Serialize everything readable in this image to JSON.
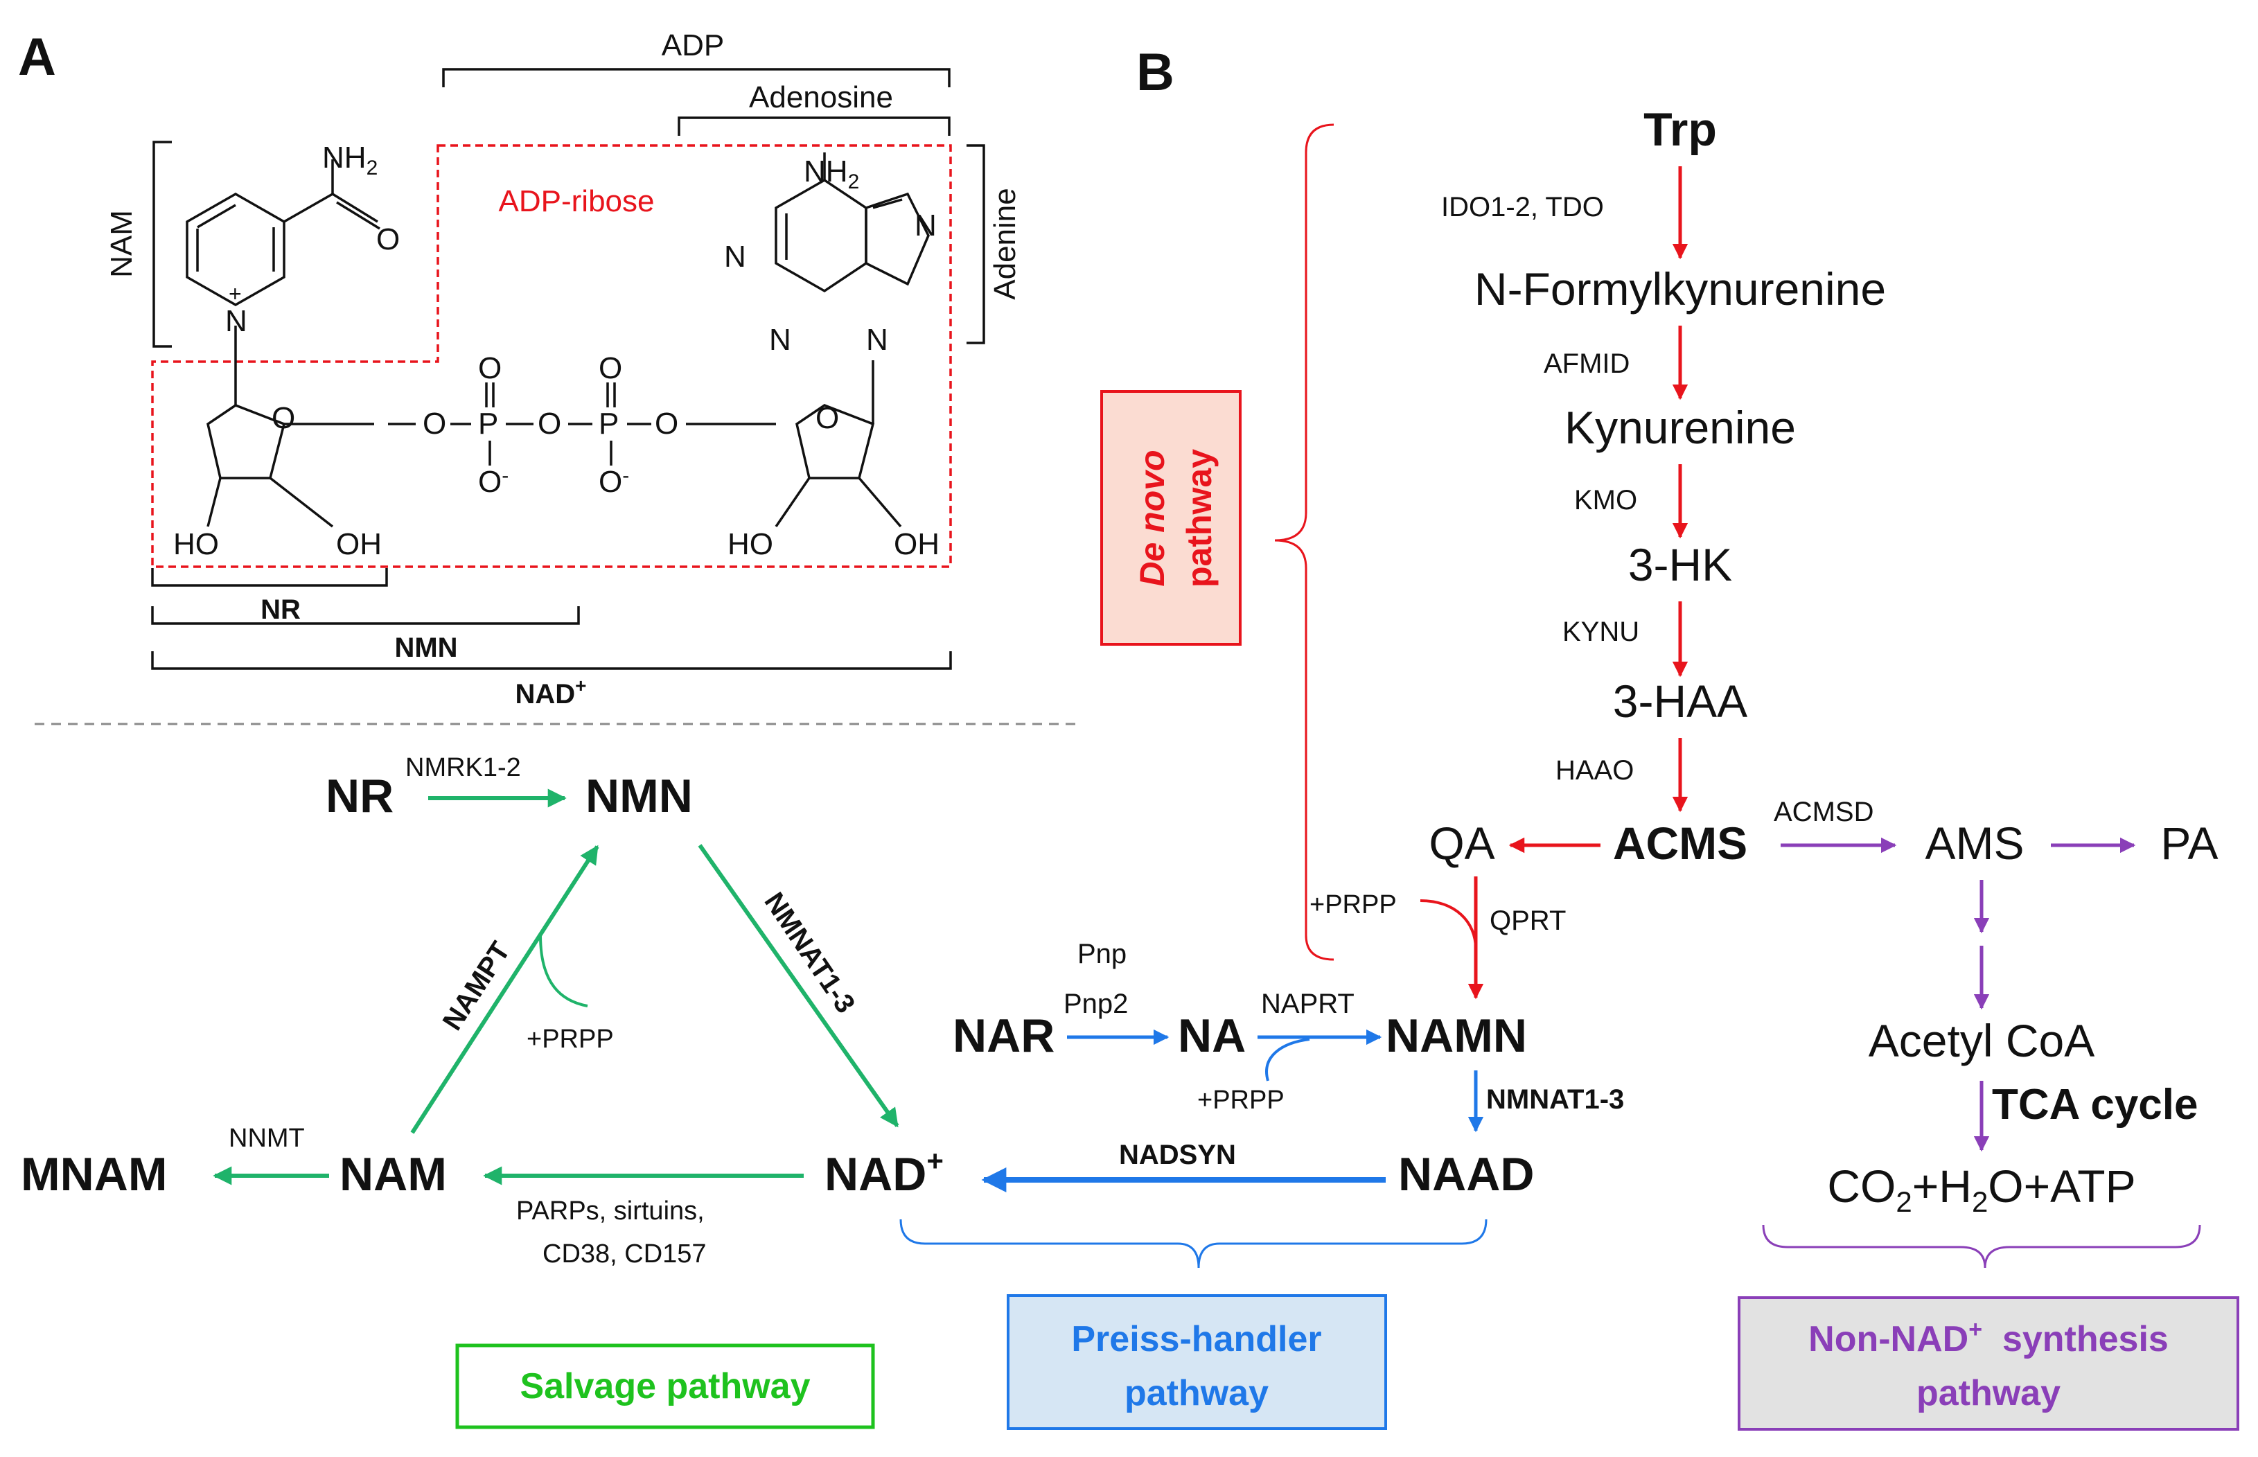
{
  "panels": {
    "a_label": "A",
    "b_label": "B"
  },
  "structure": {
    "brackets": {
      "adp": "ADP",
      "adenosine": "Adenosine",
      "adenine": "Adenine",
      "nam": "NAM",
      "nr": "NR",
      "nmn": "NMN",
      "nad_base": "NAD",
      "nad_sup": "+"
    },
    "adp_ribose": "ADP-ribose",
    "atoms": {
      "nh2_left": "NH",
      "nh2_right": "NH",
      "sub2": "2",
      "o_amide": "O",
      "n_plus": "N",
      "plus": "+",
      "o_ring_left": "O",
      "o_ring_right": "O",
      "o_link1": "O",
      "o_link2": "O",
      "o_link3": "O",
      "p1": "P",
      "p2": "P",
      "o_top1": "O",
      "o_top2": "O",
      "o_bot1": "O",
      "o_bot2": "O",
      "minus": "-",
      "ho_left": "HO",
      "oh_left": "OH",
      "ho_right": "HO",
      "oh_right": "OH",
      "n1": "N",
      "n2": "N",
      "n3": "N",
      "n4": "N",
      "n5": "N"
    }
  },
  "salvage": {
    "nr": "NR",
    "nmn": "NMN",
    "nmrk": "NMRK1-2",
    "nmnat": "NMNAT1-3",
    "nampt": "NAMPT",
    "prpp": "+PRPP",
    "nnmt": "NNMT",
    "mnam": "MNAM",
    "nam": "NAM",
    "nad_base": "NAD",
    "nad_sup": "+",
    "consumers_line1": "PARPs, sirtuins,",
    "consumers_line2": "CD38, CD157",
    "box_label": "Salvage pathway"
  },
  "preiss": {
    "nar": "NAR",
    "na": "NA",
    "namn": "NAMN",
    "naad": "NAAD",
    "pnp": "Pnp",
    "pnp2": "Pnp2",
    "naprt": "NAPRT",
    "prpp": "+PRPP",
    "nmnat": "NMNAT1-3",
    "nadsyn": "NADSYN",
    "box_line1": "Preiss-handler",
    "box_line2": "pathway"
  },
  "denovo": {
    "trp": "Trp",
    "ido": "IDO1-2, TDO",
    "nfk": "N-Formylkynurenine",
    "afmid": "AFMID",
    "kyn": "Kynurenine",
    "kmo": "KMO",
    "hk": "3-HK",
    "kynu": "KYNU",
    "haa": "3-HAA",
    "haao": "HAAO",
    "acms": "ACMS",
    "qa": "QA",
    "prpp": "+PRPP",
    "qprt": "QPRT",
    "box_line1": "De novo",
    "box_line2": "pathway"
  },
  "nonnad": {
    "acmsd": "ACMSD",
    "ams": "AMS",
    "pa": "PA",
    "acetyl": "Acetyl CoA",
    "tca": "TCA cycle",
    "co2_a": "CO",
    "co2_sub": "2",
    "co2_b": "+H",
    "h2o_sub": "2",
    "co2_c": "O+ATP",
    "box_line1_a": "Non-NAD",
    "box_line1_sup": "+",
    "box_line1_b": "  synthesis",
    "box_line2": "pathway"
  },
  "colors": {
    "text": "#111111",
    "red": "#e8141c",
    "green": "#1fb36a",
    "green_text": "#1ec21e",
    "blue": "#1f78e8",
    "purple": "#8a3fb8",
    "denovo_box_fill": "#fbdcd2",
    "preiss_box_fill": "#d6e6f4",
    "nonnad_box_fill": "#e2e2e2"
  }
}
